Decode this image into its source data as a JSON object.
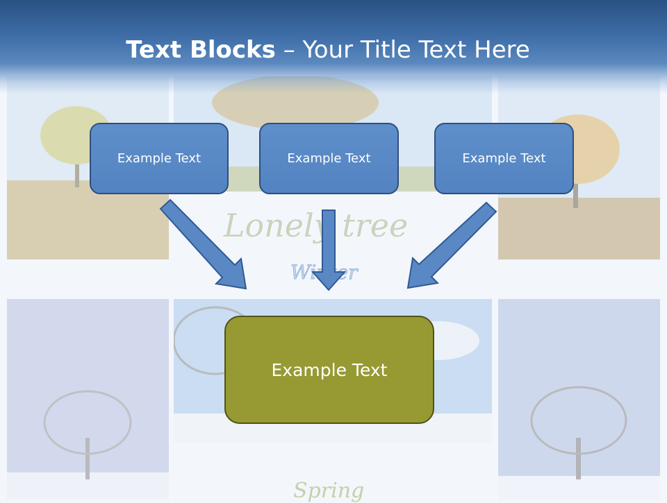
{
  "title": {
    "bold": "Text Blocks",
    "rest": " – Your Title Text Here"
  },
  "watermark": {
    "title": "Lonely tree",
    "winter": "Winter",
    "spring": "Spring"
  },
  "blocks": [
    {
      "label": "Example Text"
    },
    {
      "label": "Example Text"
    },
    {
      "label": "Example Text"
    }
  ],
  "main_block": {
    "label": "Example Text"
  },
  "colors": {
    "title_band": "#3f6ea8",
    "block_fill": "#5a8ac6",
    "block_border": "#2f4e7f",
    "main_fill": "#979a32",
    "arrow_fill": "#5a88c4"
  }
}
